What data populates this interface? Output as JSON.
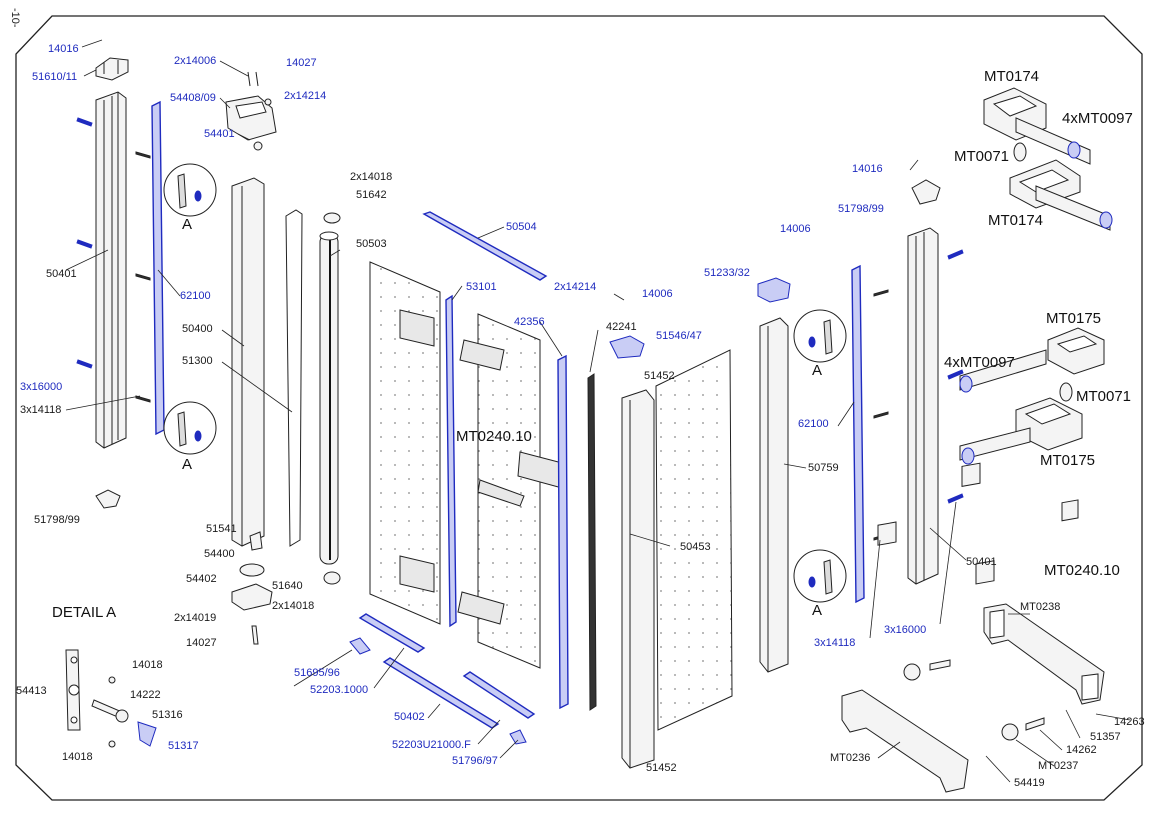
{
  "page": {
    "number": "-10-"
  },
  "big_labels": {
    "detail_a": "DETAIL A",
    "mt0240_center": "MT0240.10",
    "mt0240_right": "MT0240.10",
    "mt0174_top": "MT0174",
    "mt0097_top": "4xMT0097",
    "mt0071_top": "MT0071",
    "mt0174_bottom": "MT0174",
    "mt0175_top": "MT0175",
    "mt0097_mid": "4xMT0097",
    "mt0071_mid": "MT0071",
    "mt0175_bottom": "MT0175"
  },
  "detail_markers": [
    "A",
    "A",
    "A",
    "A"
  ],
  "labels": {
    "p14016_l": "14016",
    "p51610": "51610/11",
    "p2x14006": "2x14006",
    "p14027_t": "14027",
    "p54408": "54408/09",
    "p2x14214_t": "2x14214",
    "p54401": "54401",
    "p2x14018_t": "2x14018",
    "p51642": "51642",
    "p50503": "50503",
    "p50504": "50504",
    "p50401_l": "50401",
    "p62100_l": "62100",
    "p50400": "50400",
    "p51300": "51300",
    "p53101": "53101",
    "p3x16000_l": "3x16000",
    "p3x14118_l": "3x14118",
    "p51798_l": "51798/99",
    "p51541": "51541",
    "p54400": "54400",
    "p54402": "54402",
    "p51640": "51640",
    "p2x14018_b": "2x14018",
    "p2x14019": "2x14019",
    "p14027_b": "14027",
    "p54413": "54413",
    "p14018_a": "14018",
    "p14222": "14222",
    "p51316": "51316",
    "p51317": "51317",
    "p14018_b": "14018",
    "p51695": "51695/96",
    "p52203": "52203.1000",
    "p50402": "50402",
    "p52203u": "52203U21000.F",
    "p51796": "51796/97",
    "p42356": "42356",
    "p2x14214_m": "2x14214",
    "p14006_m": "14006",
    "p42241": "42241",
    "p51546": "51546/47",
    "p51452_t": "51452",
    "p50453": "50453",
    "p51452_b": "51452",
    "p14006_r": "14006",
    "p51233": "51233/32",
    "p14016_r": "14016",
    "p51798_r": "51798/99",
    "p62100_r": "62100",
    "p50759": "50759",
    "p50401_r": "50401",
    "p3x14118_r": "3x14118",
    "p3x16000_r": "3x16000",
    "pMT0238": "MT0238",
    "p14263": "14263",
    "p51357": "51357",
    "p14262": "14262",
    "pMT0237": "MT0237",
    "pMT0236": "MT0236",
    "p54419": "54419"
  },
  "colors": {
    "highlight": "#1f2bbf",
    "line": "#1a1a1a",
    "part_fill": "#f2f2f2"
  }
}
